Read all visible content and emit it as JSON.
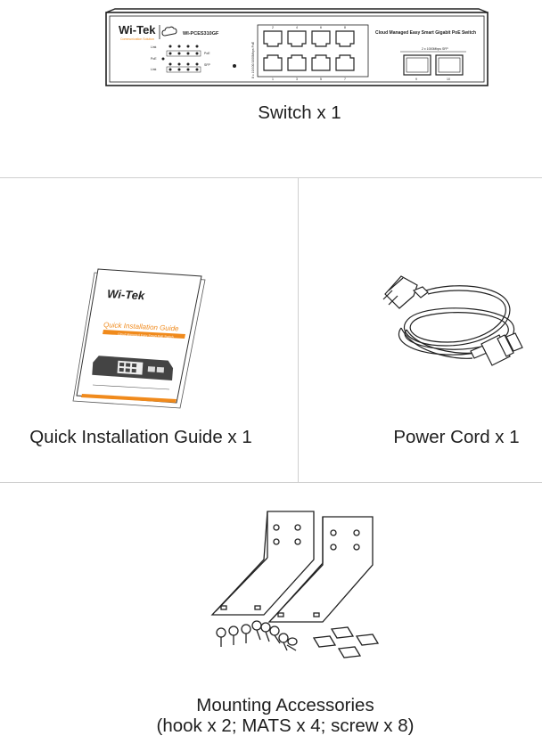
{
  "items": {
    "switch": {
      "caption": "Switch x 1",
      "brand": "Wi-Tek",
      "brand_tagline": "Communication Solution",
      "model": "WI-PCES310GF",
      "title": "Cloud Managed Easy Smart Gigabit PoE Switch",
      "port_numbers_top": [
        "2",
        "4",
        "6",
        "8"
      ],
      "port_numbers_bottom": [
        "1",
        "3",
        "5",
        "7"
      ],
      "sfp_numbers": [
        "9",
        "10"
      ],
      "sfp_label": "2 x 1000Mbps SFP",
      "side_label": "8 x 10/100/1000Mbps PoE",
      "led_labels": [
        "Link",
        "PoE",
        "Link"
      ],
      "led_group_labels": [
        "PoE",
        "SFP"
      ]
    },
    "guide": {
      "caption": "Quick Installation Guide x 1",
      "brand": "Wi-Tek",
      "title": "Quick Installation Guide",
      "subtitle": "Cloud Managed Easy Smart PoE Switch"
    },
    "cord": {
      "caption": "Power Cord x 1"
    },
    "mounting": {
      "caption_line1": "Mounting Accessories",
      "caption_line2": "(hook x 2; MATS x 4; screw x 8)"
    }
  },
  "colors": {
    "accent": "#f08a1c",
    "line": "#222222",
    "divider": "#cfcfcf"
  }
}
